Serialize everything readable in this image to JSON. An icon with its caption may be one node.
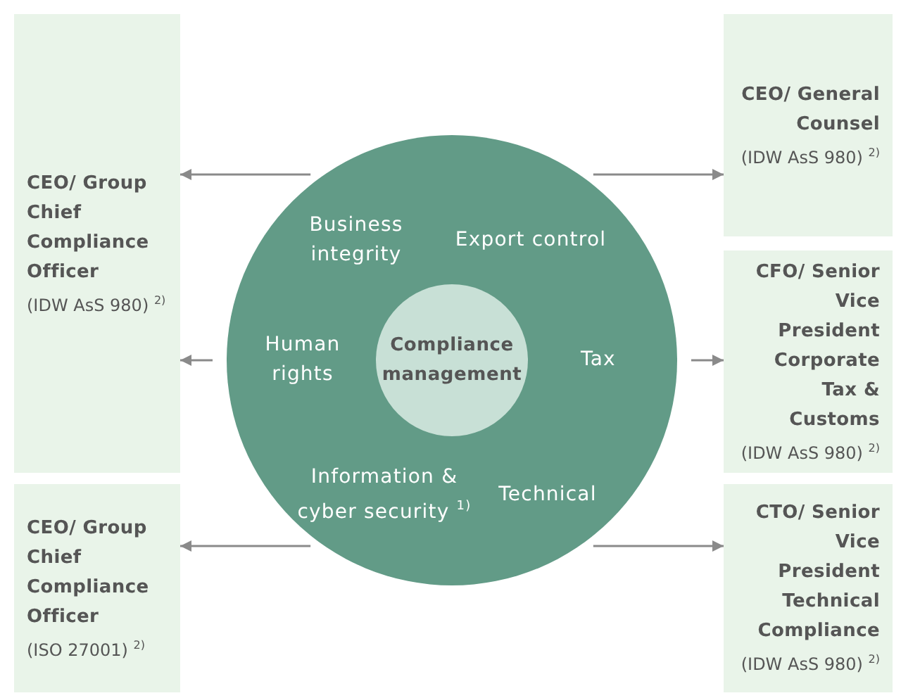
{
  "diagram": {
    "nodes": [
      {
        "text": [
          "CEO/ Group Chief Compliance Officer",
          "(IDW AsS 980) $^{2)}$"
        ]
      },
      {
        "text": [
          "CEO/ General Counsel",
          "(IDW AsS 980) $^{2)}$"
        ]
      },
      {
        "text": [],
        "shape": "circle"
      },
      {
        "text": [
          "Business integrity"
        ],
        "in": 2
      },
      {
        "text": [
          "Export control"
        ],
        "in": 2
      },
      {
        "text": [
          "Human rights"
        ],
        "in": 2
      },
      {
        "text": [
          "Compliance management"
        ],
        "in": 2
      },
      {
        "text": [
          "Tax"
        ],
        "in": 2
      },
      {
        "text": [
          "Information & cyber security $^{1)}$"
        ],
        "in": 2
      },
      {
        "text": [
          "Technical"
        ],
        "in": 2
      },
      {
        "text": [
          "CFO/ Senior Vice President Corporate Tax & Customs",
          "(IDW AsS 980) $^{2)}$"
        ]
      },
      {
        "text": [
          "CEO/ Group Chief Compliance Officer",
          "(ISO 27001) $^{2)}$"
        ]
      },
      {
        "text": [
          "CTO/ Senior Vice President Technical Compliance",
          "(IDW AsS 980) $^{2)}$"
        ]
      }
    ],
    "edges": [
      {
        "from": 2,
        "to": 0,
        "arrow": "to"
      },
      {
        "from": 2,
        "to": 1,
        "arrow": "to"
      },
      {
        "from": 2,
        "to": 0,
        "arrow": "to"
      },
      {
        "from": 2,
        "to": 10,
        "arrow": "to"
      },
      {
        "from": 2,
        "to": 11,
        "arrow": "to"
      },
      {
        "from": 2,
        "to": 12,
        "arrow": "to"
      }
    ]
  }
}
